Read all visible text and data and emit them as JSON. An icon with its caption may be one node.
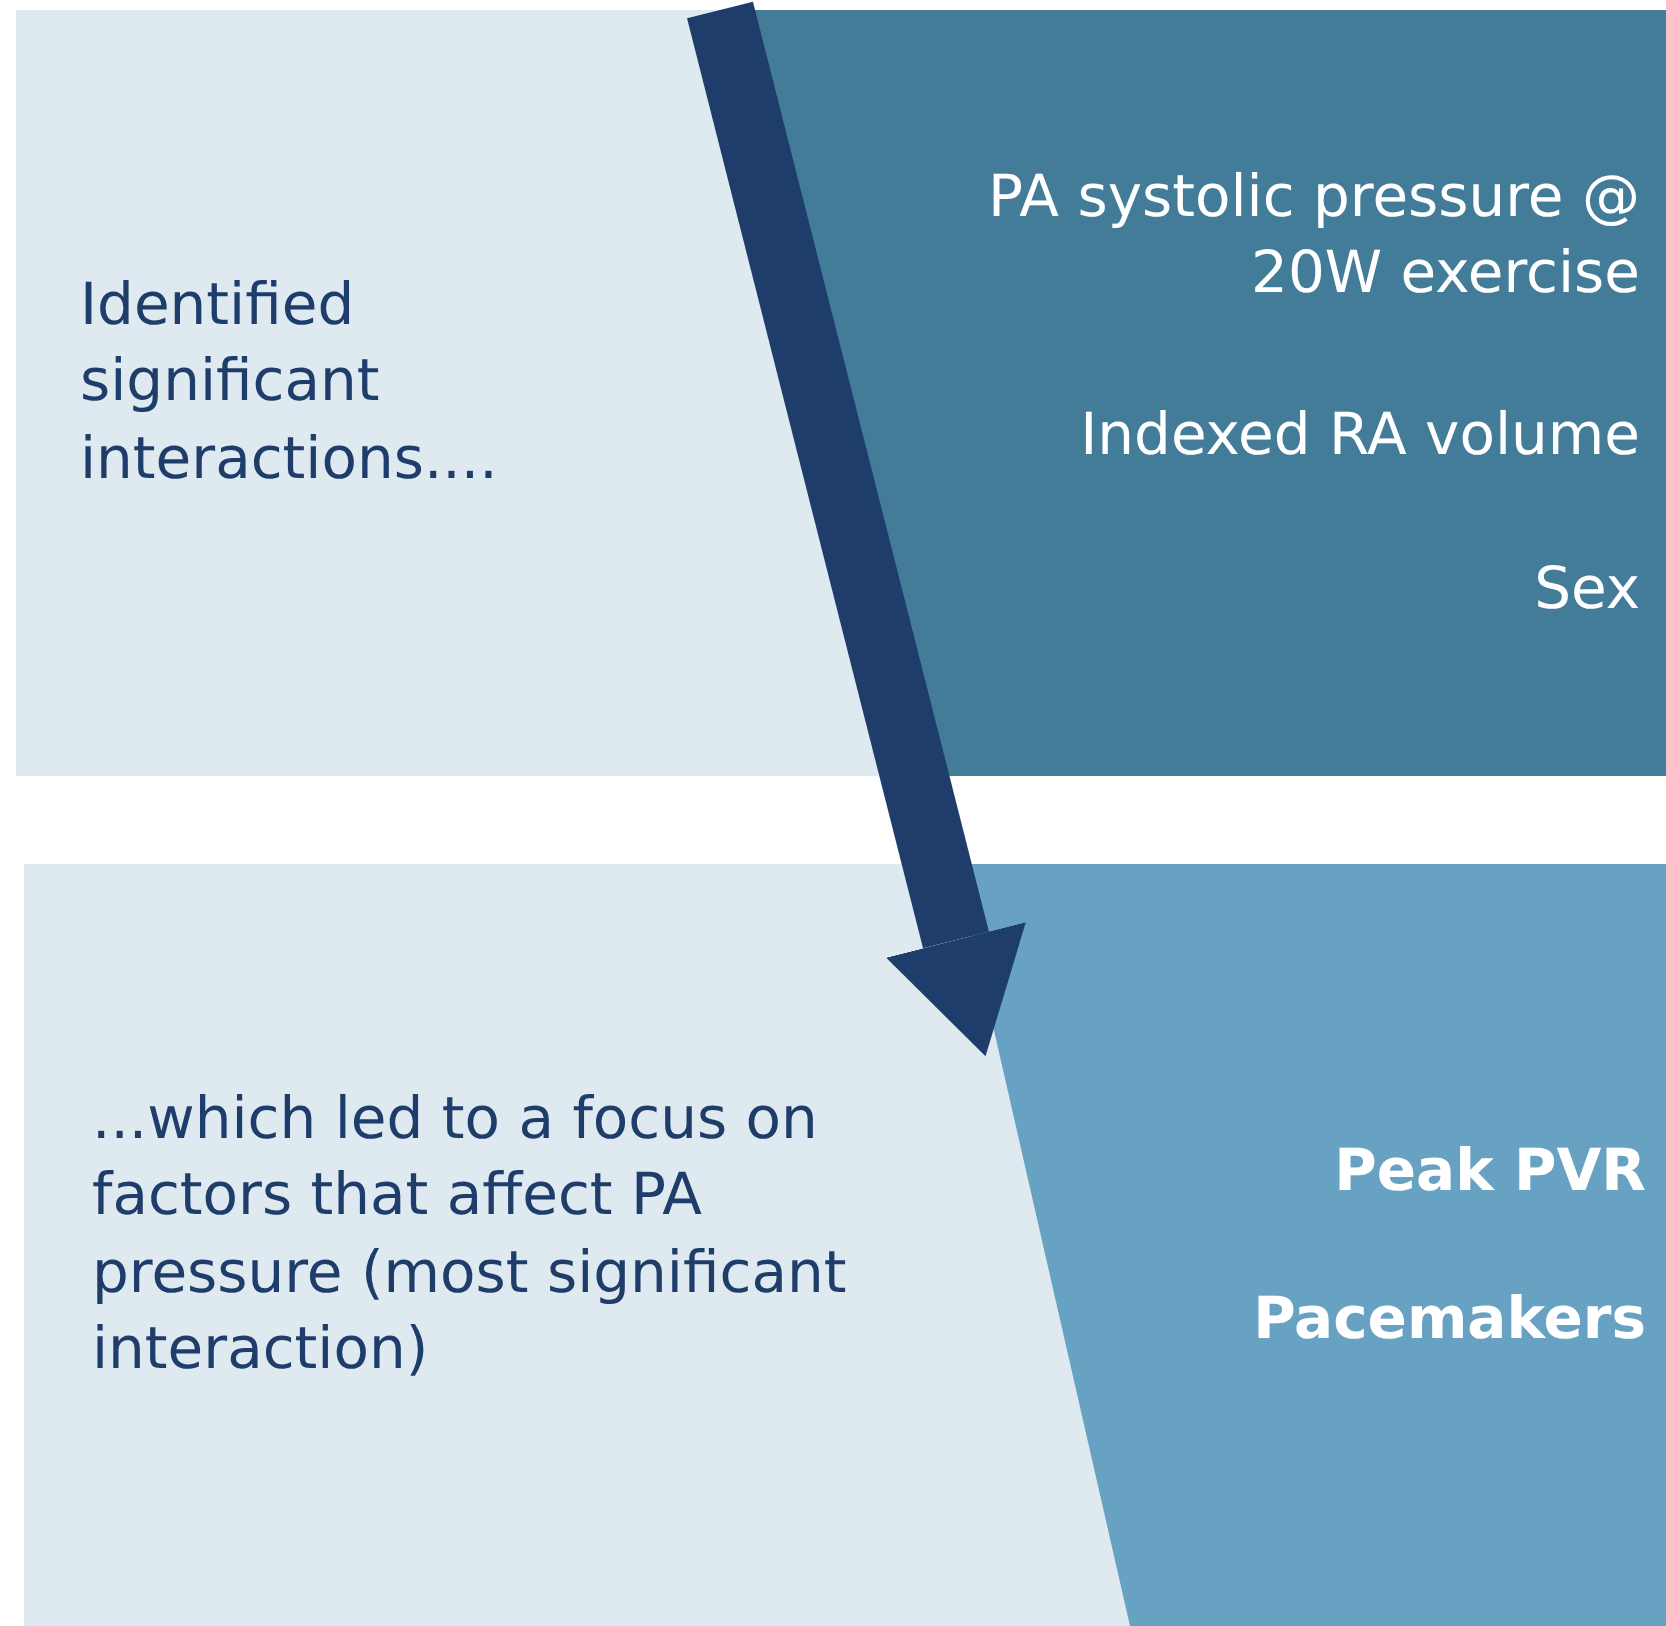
{
  "diagram": {
    "nodes": [
      {
        "text": [
          "Identified significant interactions...."
        ]
      },
      {
        "text": [
          "PA systolic pressure @ 20W exercise",
          "Indexed RA volume",
          "Sex"
        ]
      },
      {
        "text": [
          "...which led to a focus on factors that affect PA pressure (most significant interaction)"
        ]
      },
      {
        "text": [
          "Peak PVR",
          "Pacemakers"
        ]
      }
    ],
    "edges": [
      {
        "from": 1,
        "to": 3,
        "arrow": "to"
      }
    ]
  }
}
